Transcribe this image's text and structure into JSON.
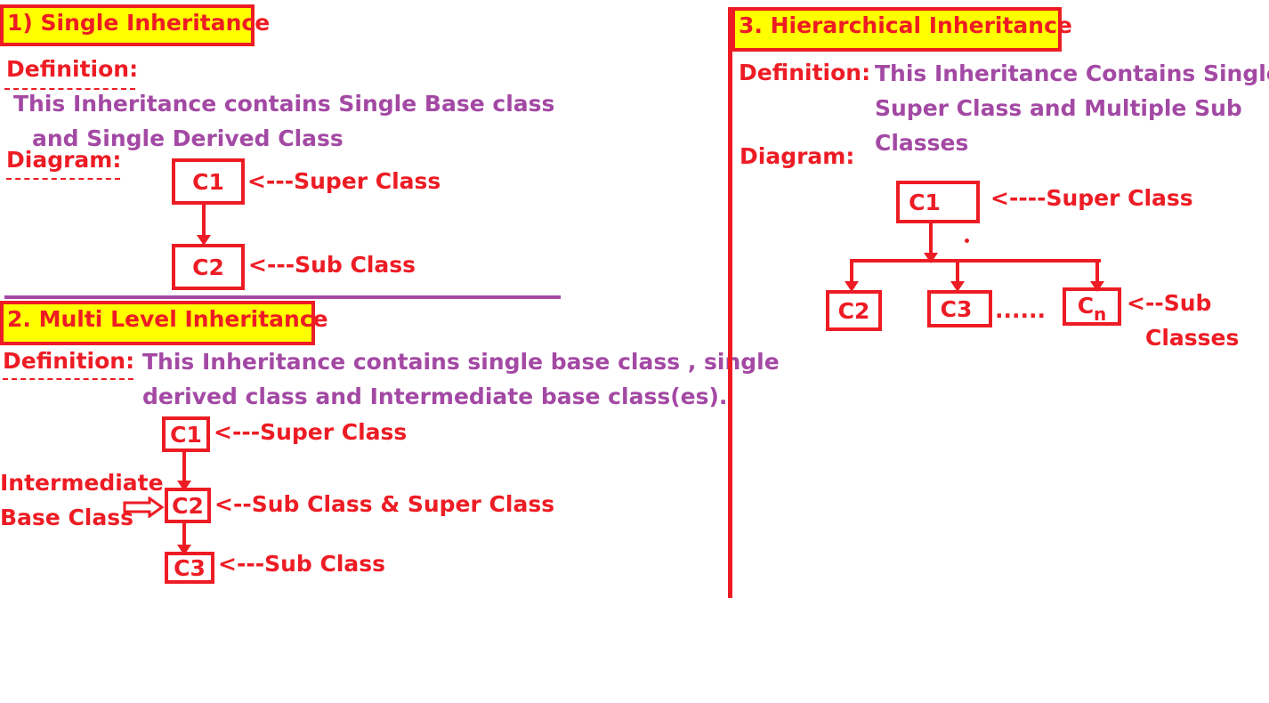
{
  "single": {
    "title": "1) Single Inheritance",
    "definition_label": "Definition:",
    "definition_line1": "This Inheritance contains Single Base class",
    "definition_line2": "and Single Derived Class",
    "diagram_label": "Diagram:",
    "c1": "C1",
    "c2": "C2",
    "super_label": "<---Super Class",
    "sub_label": "<---Sub Class"
  },
  "multilevel": {
    "title": "2. Multi Level Inheritance",
    "definition_label": "Definition:",
    "definition_line1": "This Inheritance contains single base class , single",
    "definition_line2": "derived class and Intermediate base class(es).",
    "c1": "C1",
    "c2": "C2",
    "c3": "C3",
    "super_label": "<---Super Class",
    "mid_label": "<--Sub Class & Super Class",
    "sub_label": "<---Sub Class",
    "intermediate_line1": "Intermediate",
    "intermediate_line2": "Base Class"
  },
  "hierarchical": {
    "title": "3. Hierarchical Inheritance",
    "definition_label": "Definition:",
    "definition_line1": "This Inheritance Contains Single",
    "definition_line2": "Super Class and Multiple Sub",
    "definition_line3": "Classes",
    "diagram_label": "Diagram:",
    "c1": "C1",
    "c2": "C2",
    "c3": "C3",
    "cn_base": "C",
    "cn_sub": "n",
    "ellipsis": "......",
    "super_label": "<----Super Class",
    "sub_label_line1": "<--Sub",
    "sub_label_line2": "Classes"
  },
  "colors": {
    "accent_red": "#ed1c24",
    "definition_purple": "#a349a4",
    "title_background": "#ffff00"
  }
}
